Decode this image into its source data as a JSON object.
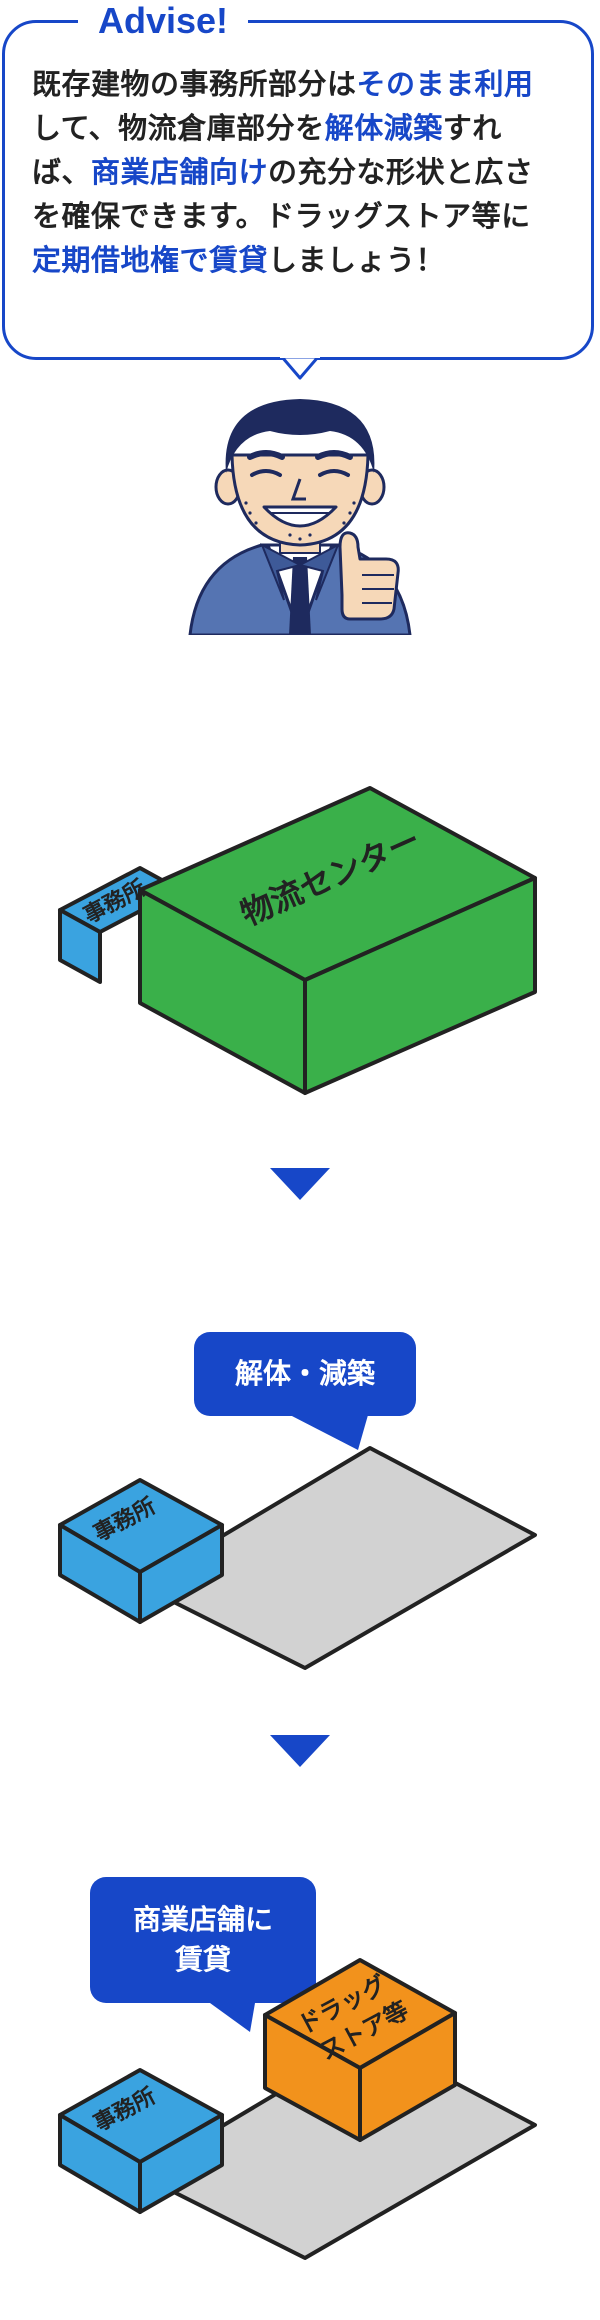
{
  "advise": {
    "title": "Advise!",
    "lines": [
      [
        {
          "t": "既存建物の事務所部分は",
          "hl": false
        },
        {
          "t": "そのまま利用",
          "hl": true
        }
      ],
      [
        {
          "t": "して、物流倉庫部分を",
          "hl": false
        },
        {
          "t": "解体減築",
          "hl": true
        },
        {
          "t": "すれ",
          "hl": false
        }
      ],
      [
        {
          "t": "ば、",
          "hl": false
        },
        {
          "t": "商業店舗向け",
          "hl": true
        },
        {
          "t": "の充分な形状と広さ",
          "hl": false
        }
      ],
      [
        {
          "t": "を確保できます。ドラッグストア等に",
          "hl": false
        }
      ],
      [
        {
          "t": "定期借地権で賃貸",
          "hl": true
        },
        {
          "t": "しましょう！",
          "hl": false
        }
      ]
    ]
  },
  "diagram": {
    "office_label": "事務所",
    "logistics_label": "物流センター",
    "step2_bubble": "解体・減築",
    "step3_bubble_line1": "商業店舗に",
    "step3_bubble_line2": "賃貸",
    "store_label_line1": "ドラッグ",
    "store_label_line2": "ストア等"
  },
  "colors": {
    "accent": "#1747c8",
    "office": "#3aa3e0",
    "logistics": "#3ab04a",
    "store": "#f2921c",
    "ground": "#d2d2d2",
    "outline": "#222222"
  },
  "icons": {
    "person": "businessman-thumbs-up-icon",
    "arrow": "triangle-down-icon"
  }
}
